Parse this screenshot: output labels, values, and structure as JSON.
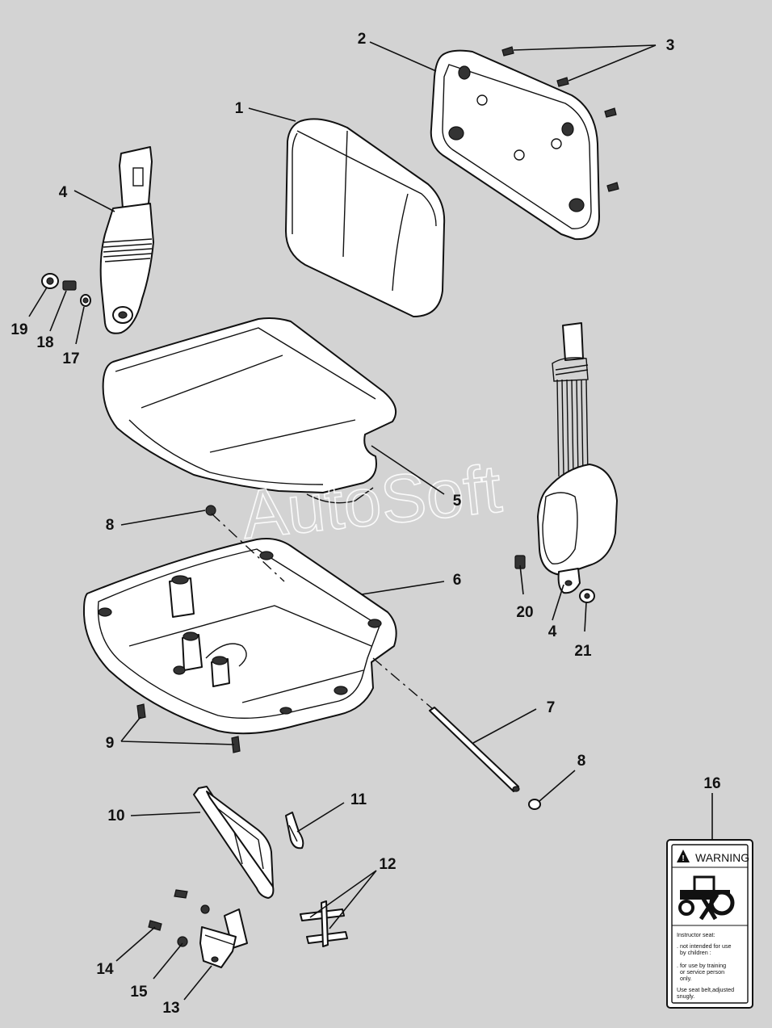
{
  "watermark": "AutoSoft",
  "callouts": [
    {
      "id": "c1",
      "text": "1"
    },
    {
      "id": "c2",
      "text": "2"
    },
    {
      "id": "c3",
      "text": "3"
    },
    {
      "id": "c4a",
      "text": "4"
    },
    {
      "id": "c4b",
      "text": "4"
    },
    {
      "id": "c5",
      "text": "5"
    },
    {
      "id": "c6",
      "text": "6"
    },
    {
      "id": "c7",
      "text": "7"
    },
    {
      "id": "c8a",
      "text": "8"
    },
    {
      "id": "c8b",
      "text": "8"
    },
    {
      "id": "c9",
      "text": "9"
    },
    {
      "id": "c10",
      "text": "10"
    },
    {
      "id": "c11",
      "text": "11"
    },
    {
      "id": "c12",
      "text": "12"
    },
    {
      "id": "c13",
      "text": "13"
    },
    {
      "id": "c14",
      "text": "14"
    },
    {
      "id": "c15",
      "text": "15"
    },
    {
      "id": "c16",
      "text": "16"
    },
    {
      "id": "c17",
      "text": "17"
    },
    {
      "id": "c18",
      "text": "18"
    },
    {
      "id": "c19",
      "text": "19"
    },
    {
      "id": "c20",
      "text": "20"
    },
    {
      "id": "c21",
      "text": "21"
    }
  ],
  "warning_label": {
    "title": "WARNING",
    "lines": [
      "Instructor seat:",
      ". not intended for use",
      "  by children :",
      ". for use by training",
      "  or service person",
      "  only.",
      "Use seat belt,adjusted",
      "snugly."
    ]
  }
}
